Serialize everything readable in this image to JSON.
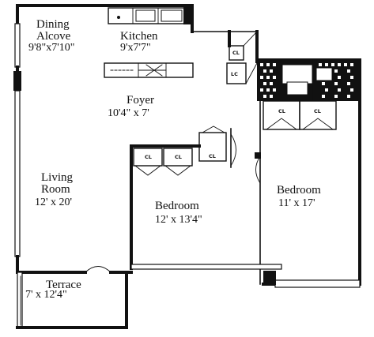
{
  "plan": {
    "rooms": {
      "dining": {
        "name": "Dining Alcove",
        "name_line1": "Dining",
        "name_line2": "Alcove",
        "dim": "9'8\"x7'10\""
      },
      "kitchen": {
        "name": "Kitchen",
        "dim": "9'x7'7\""
      },
      "foyer": {
        "name": "Foyer",
        "dim": "10'4\" x 7'"
      },
      "living": {
        "name_line1": "Living",
        "name_line2": "Room",
        "dim": "12' x 20'"
      },
      "bedroom1": {
        "name": "Bedroom",
        "dim": "12' x 13'4\""
      },
      "bedroom2": {
        "name": "Bedroom",
        "dim": "11' x 17'"
      },
      "terrace": {
        "name": "Terrace",
        "dim": "7' x 12'4\""
      }
    },
    "closets": {
      "cl_kitchen": "CL",
      "lc": "LC",
      "cl_bed2_a": "CL",
      "cl_bed2_b": "CL",
      "cl_bed1_a": "CL",
      "cl_bed1_b": "CL",
      "cl_bed1_c": "CL"
    }
  }
}
